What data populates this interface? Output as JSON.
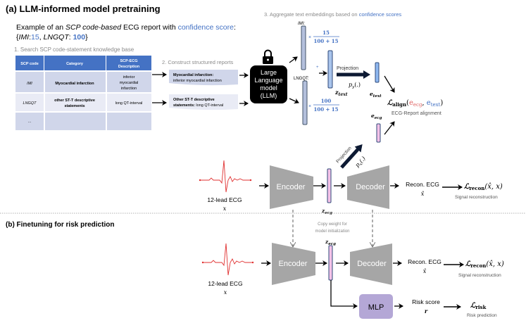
{
  "section_a": {
    "title": "(a) LLM-informed model pretraining",
    "example": {
      "prefix": "Example of an ",
      "italic": "SCP code-based",
      "middle": " ECG report with ",
      "highlight": "confidence score",
      "suffix": ":",
      "line2": {
        "open": "{",
        "code1": "IMI",
        "sep1": ":",
        "score1": "15",
        "comma": ", ",
        "code2": "LNGQT",
        "sep2": ": ",
        "score2": "100",
        "close": "}"
      }
    },
    "step1": "1. Search SCP code-statement knowledge base",
    "table": {
      "headers": [
        "SCP code",
        "Category",
        "SCP-ECG",
        "Description"
      ],
      "rows": [
        {
          "code": "IMI",
          "category": "Myocardial infarction",
          "description": [
            "inferior",
            "myocardial",
            "infarction"
          ]
        },
        {
          "code": "LNGQT",
          "category": [
            "other ST-T descriptive",
            "statements"
          ],
          "description": "long QT-interval"
        },
        {
          "code": "...",
          "category": "",
          "description": ""
        }
      ]
    },
    "step2": "2. Construct structured reports",
    "reports": [
      {
        "bold": "Myocardial infarction:",
        "text": "inferior myocardial infarction"
      },
      {
        "bold1": "Other ST-T descriptive",
        "bold2": "statements:",
        "text": " long QT-interval"
      }
    ],
    "llm": [
      "Large",
      "Language",
      "model",
      "(LLM)"
    ],
    "step3": {
      "prefix": "3. Aggregate text embeddings based on ",
      "highlight": "confidence scores"
    },
    "imi_label": "IMI:",
    "lngqt_label": "LNGQT:",
    "weight1": {
      "times": "×",
      "num": "15",
      "den": "100 + 15"
    },
    "weight2": {
      "times": "×",
      "num": "100",
      "den": "100 + 15"
    },
    "plus": "+",
    "z_text": {
      "main": "z",
      "sub": "text"
    },
    "projection_text": "Projection",
    "p_y": "p",
    "p_y_sub": "y",
    "p_y_arg": "(.)",
    "e_text": {
      "main": "e",
      "sub": "text"
    },
    "e_ecg": {
      "main": "e",
      "sub": "ecg"
    },
    "align_loss": {
      "L": "ℒ",
      "sub": "align",
      "open": "(",
      "a": "e",
      "a_sub": "ecg",
      "comma": ", ",
      "b": "e",
      "b_sub": "text",
      "close": ")"
    },
    "align_caption": "ECG-Report alignment",
    "projection_ecg": "Projection",
    "p_x": "p",
    "p_x_sub": "x",
    "p_x_arg": "(.)",
    "input_label": "12-lead ECG",
    "input_var": "x",
    "encoder": "Encoder",
    "decoder": "Decoder",
    "z_ecg": {
      "main": "z",
      "sub": "ecg"
    },
    "recon_label": "Recon. ECG",
    "recon_var": "x̂",
    "recon_loss": {
      "L": "ℒ",
      "sub": "recon",
      "args": "(x̂, x)"
    },
    "recon_caption": "Signal reconstruction"
  },
  "section_b": {
    "title": "(b) Finetuning for risk prediction",
    "copy_note": [
      "Copy weight for",
      "model initialization"
    ],
    "z_ecg": {
      "main": "z",
      "sub": "ecg"
    },
    "input_label": "12-lead ECG",
    "input_var": "x",
    "encoder": "Encoder",
    "decoder": "Decoder",
    "recon_label": "Recon. ECG",
    "recon_var": "x̂",
    "recon_loss": {
      "L": "ℒ",
      "sub": "recon",
      "args": "(x̂, x)"
    },
    "recon_caption": "Signal reconstruction",
    "mlp": "MLP",
    "risk_label": "Risk score",
    "risk_var": "r",
    "risk_loss": {
      "L": "ℒ",
      "sub": "risk"
    },
    "risk_caption": "Risk prediction"
  },
  "colors": {
    "table_header": "#4472C4",
    "table_row": "#d0d6ea",
    "table_row_alt": "#e9ebf5",
    "accent_blue": "#4472C4",
    "ecg_red": "#e03030",
    "llm_box": "#000000",
    "text_vector": "#a9c4ec",
    "ecg_vector": "#f4c2e8",
    "block_gray": "#a6a6a6",
    "mlp": "#b4a7d6"
  }
}
